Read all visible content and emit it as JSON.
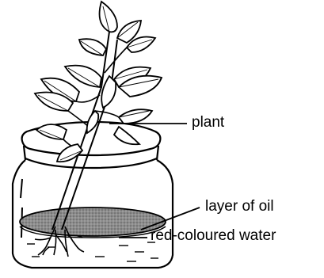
{
  "labels": {
    "plant": "plant",
    "oil": "layer of oil",
    "water": "red-coloured water"
  }
}
